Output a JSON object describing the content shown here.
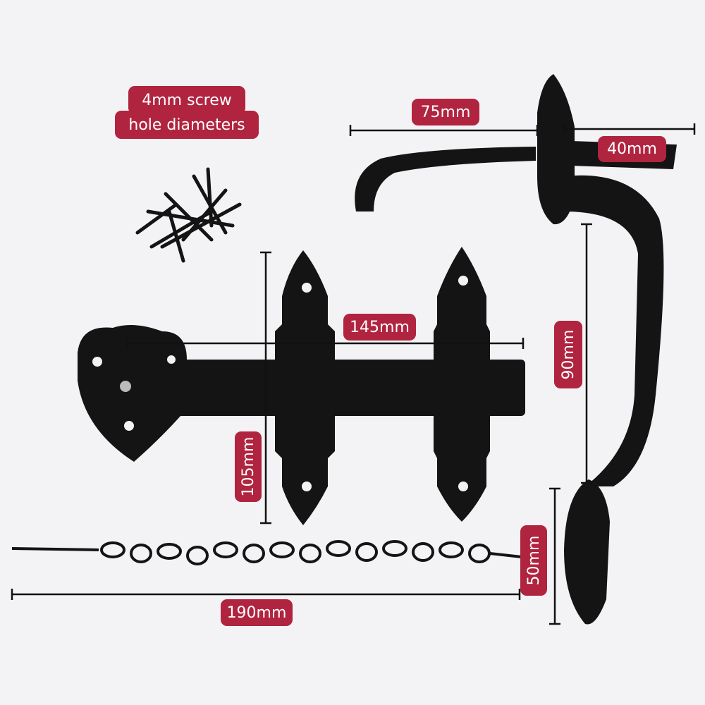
{
  "callout": {
    "line1": "4mm screw",
    "line2": "hole diameters"
  },
  "dimensions": {
    "handle_length": "75mm",
    "handle_projection": "40mm",
    "latch_bar": "145mm",
    "grip_height": "90mm",
    "keeper_height": "105mm",
    "backplate": "50mm",
    "chain_length": "190mm"
  },
  "colors": {
    "label": "#b0243f",
    "metal": "#111111",
    "background": "#f3f3f5"
  }
}
